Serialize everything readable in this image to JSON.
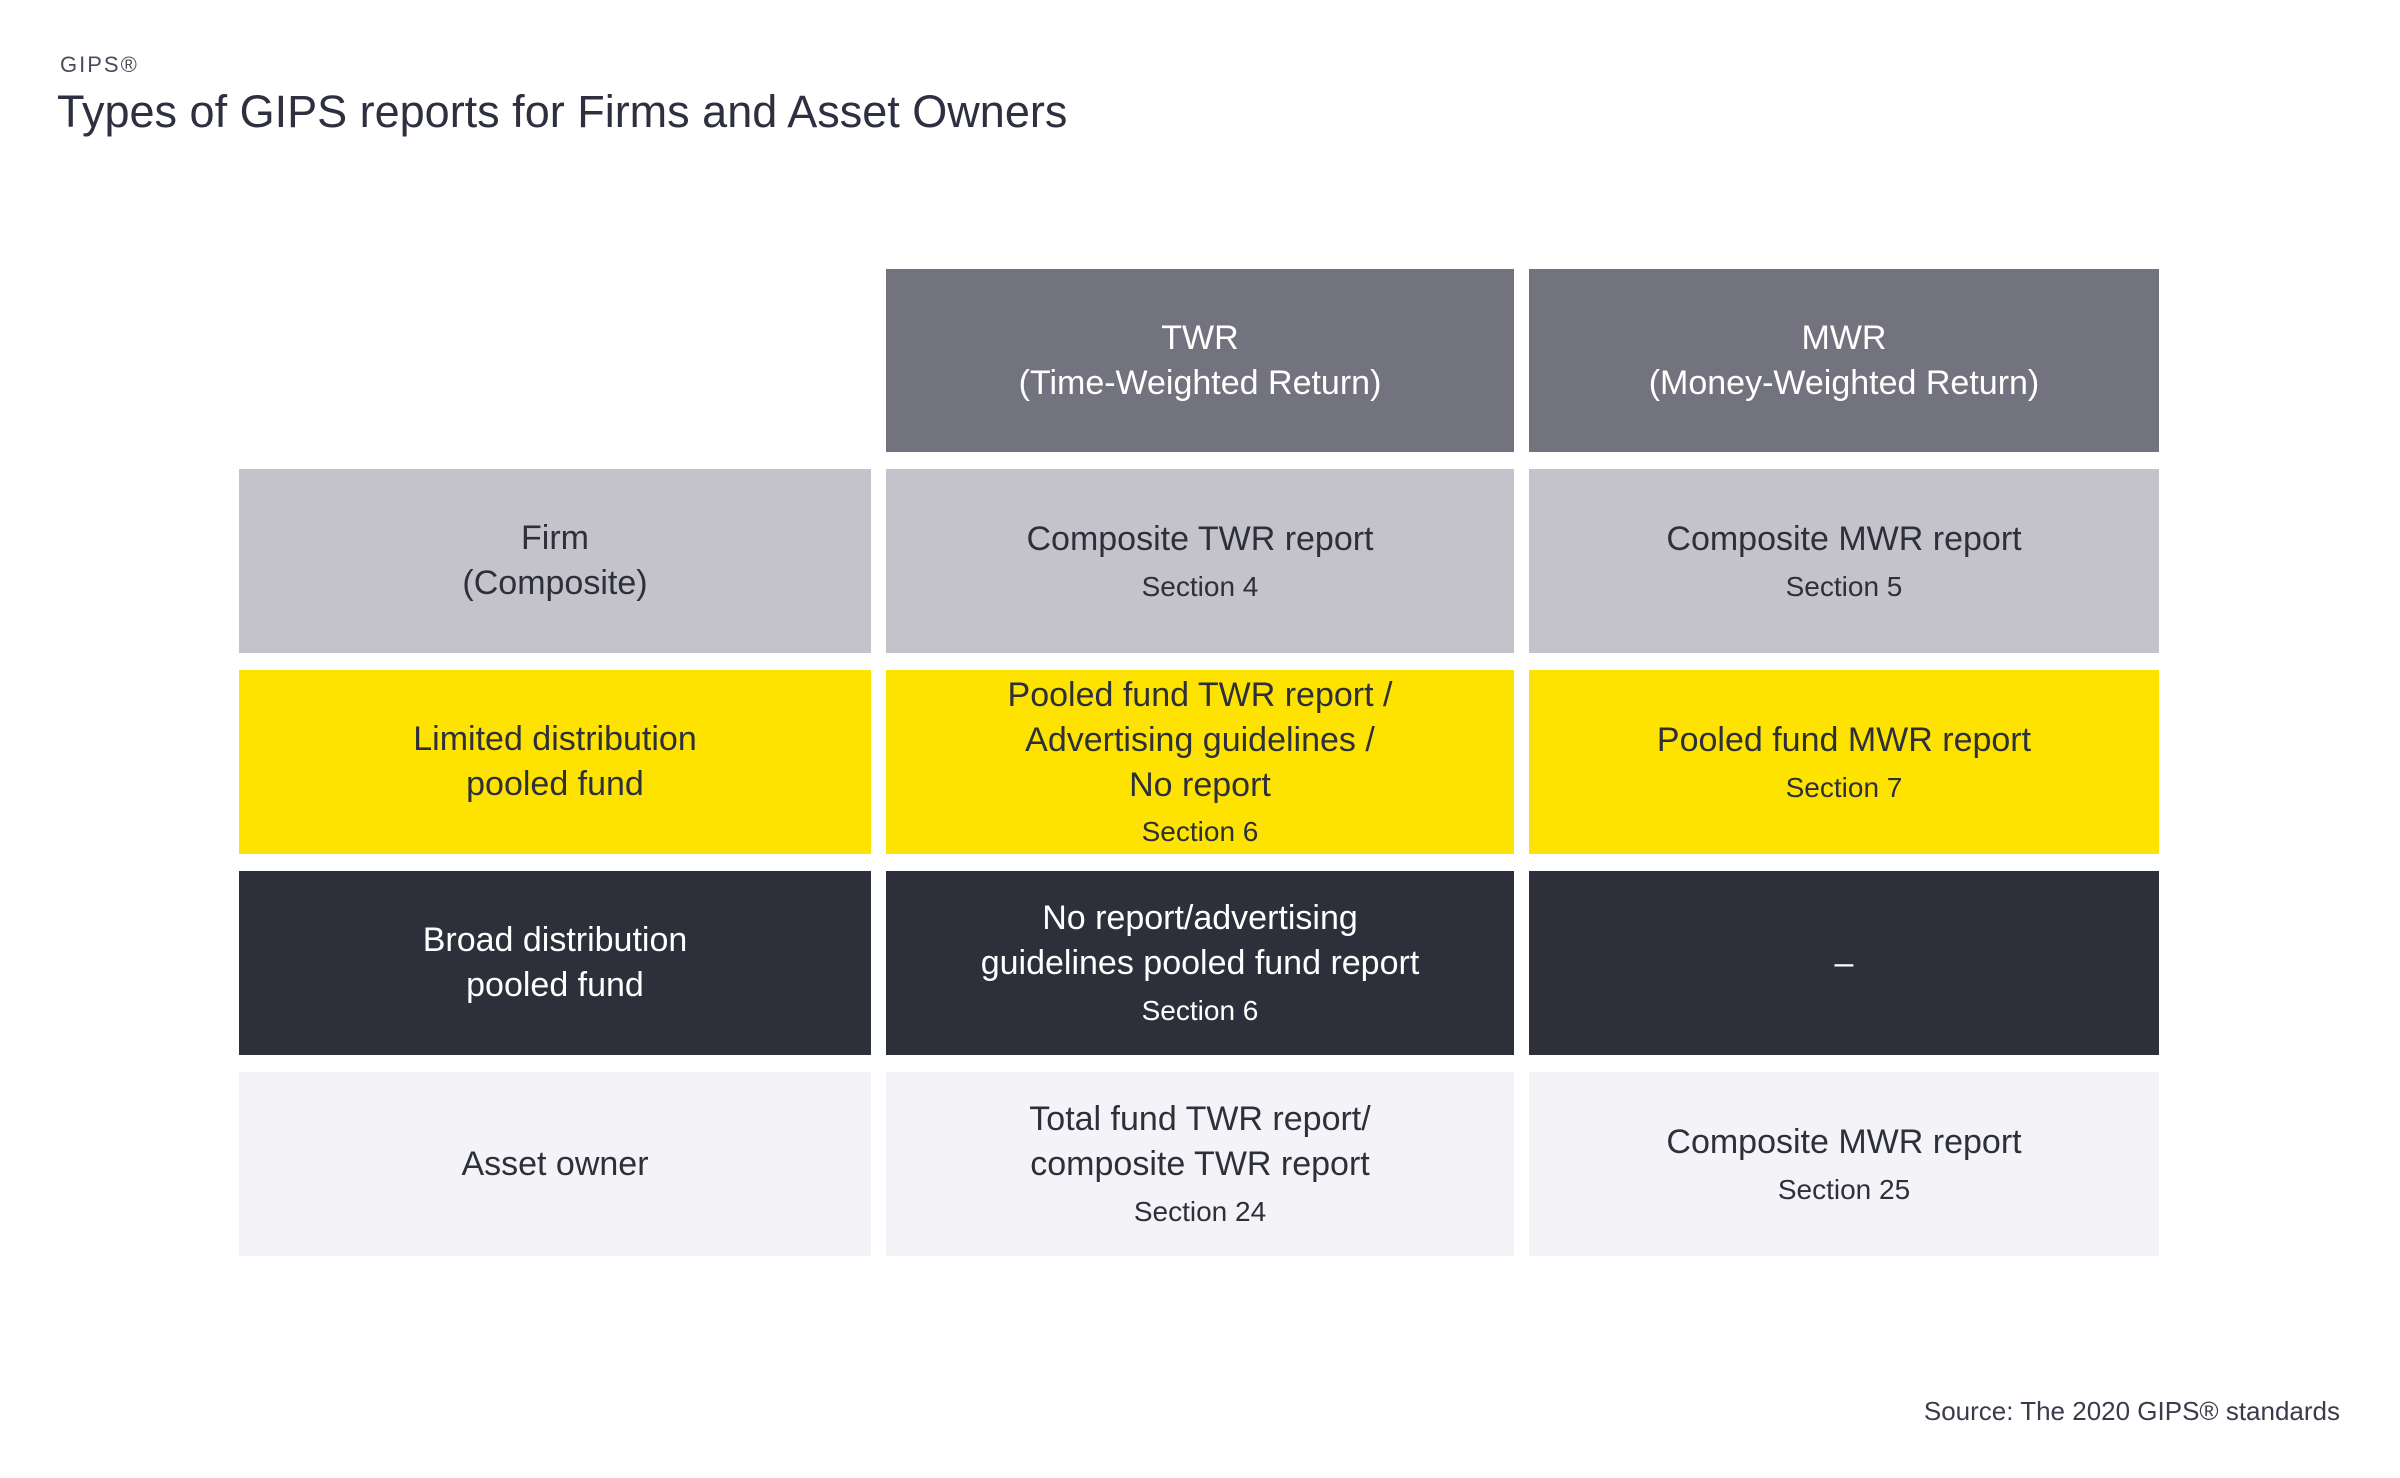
{
  "brand": "GIPS®",
  "title": "Types of GIPS reports for Firms and Asset Owners",
  "source": "Source: The 2020 GIPS® standards",
  "colors": {
    "header_bg": "#73737F",
    "header_text": "#FFFFFF",
    "row_firm_bg": "#C4C3CC",
    "row_limited_bg": "#FFE300",
    "row_broad_bg": "#2D2F3A",
    "row_asset_bg": "#F4F4F8",
    "dark_text": "#2E3039",
    "light_text": "#FFFFFF"
  },
  "table": {
    "column_headers": [
      "TWR\n(Time-Weighted Return)",
      "MWR\n(Money-Weighted Return)"
    ],
    "rows": [
      {
        "label": "Firm\n(Composite)",
        "twr_main": "Composite TWR report",
        "twr_section": "Section 4",
        "mwr_main": "Composite MWR report",
        "mwr_section": "Section 5"
      },
      {
        "label": "Limited distribution\npooled fund",
        "twr_main": "Pooled fund TWR report /\nAdvertising guidelines /\nNo report",
        "twr_section": "Section 6",
        "mwr_main": "Pooled fund MWR report",
        "mwr_section": "Section 7"
      },
      {
        "label": "Broad distribution\npooled fund",
        "twr_main": "No report/advertising\nguidelines pooled fund report",
        "twr_section": "Section 6",
        "mwr_main": "–"
      },
      {
        "label": "Asset owner",
        "twr_main": "Total fund TWR report/\ncomposite TWR report",
        "twr_section": "Section 24",
        "mwr_main": "Composite MWR report",
        "mwr_section": "Section 25"
      }
    ]
  }
}
